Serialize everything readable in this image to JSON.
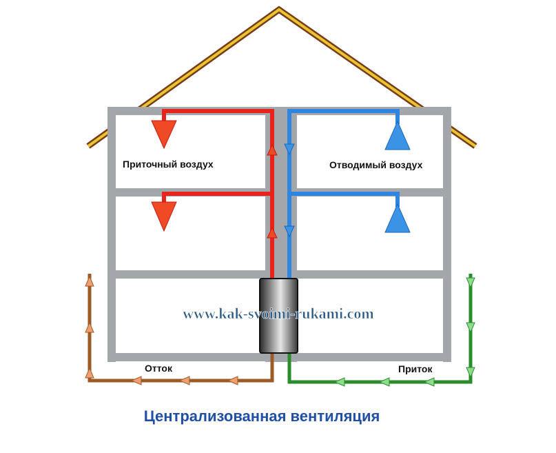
{
  "labels": {
    "supply_air": "Приточный воздух",
    "exhaust_air": "Отводимый воздух",
    "outflow": "Отток",
    "inflow": "Приток"
  },
  "watermark": "www.kak-svoimi-rukami.com",
  "title": "Централизованная вентиляция",
  "colors": {
    "walls": "#a3a6aa",
    "roof": "#e8c630",
    "supply": "#e8231c",
    "exhaust": "#2e86e0",
    "outflow": "#9c5a25",
    "inflow": "#2a8c2a",
    "title": "#1f4fa6"
  }
}
